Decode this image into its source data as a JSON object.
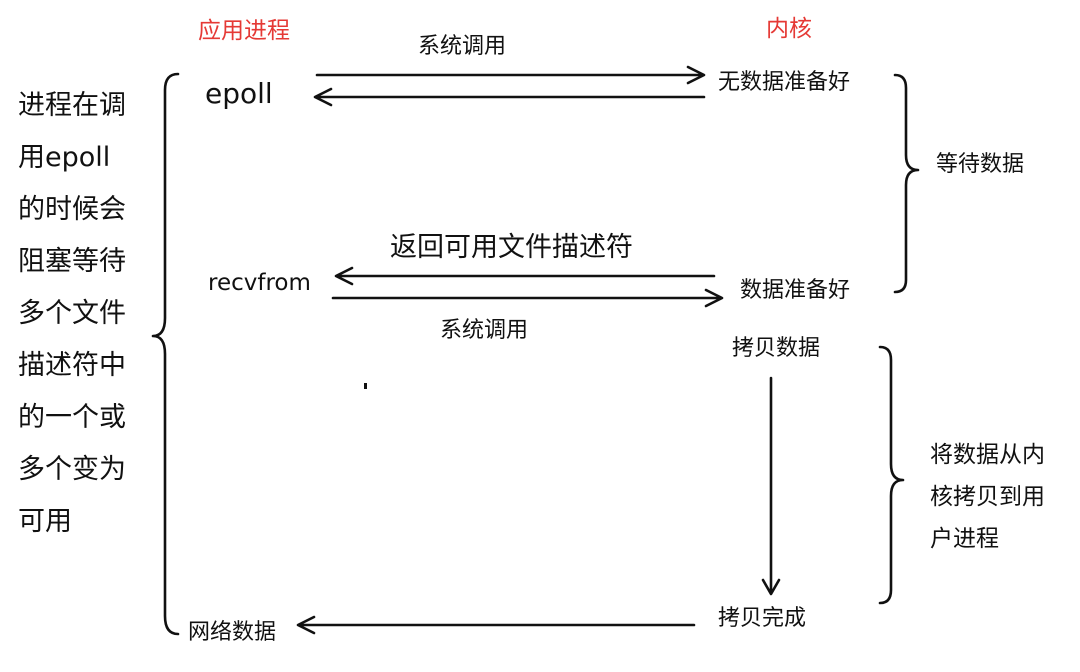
{
  "header": {
    "app_process": "应用进程",
    "kernel": "内核"
  },
  "left_note": {
    "lines": [
      "进程在调",
      "用epoll",
      "的时候会",
      "阻塞等待",
      "多个文件",
      "描述符中",
      "的一个或",
      "多个变为",
      "可用"
    ]
  },
  "process_side": {
    "epoll": "epoll",
    "recvfrom": "recvfrom",
    "network_data": "网络数据"
  },
  "kernel_side": {
    "no_data_ready": "无数据准备好",
    "data_ready": "数据准备好",
    "copy_data": "拷贝数据",
    "copy_done": "拷贝完成"
  },
  "arrows": {
    "syscall_top": "系统调用",
    "return_fd": "返回可用文件描述符",
    "syscall_bottom": "系统调用"
  },
  "braces": {
    "wait_data": "等待数据",
    "copy_kernel_to_user": [
      "将数据从内",
      "核拷贝到用",
      "户进程"
    ]
  }
}
